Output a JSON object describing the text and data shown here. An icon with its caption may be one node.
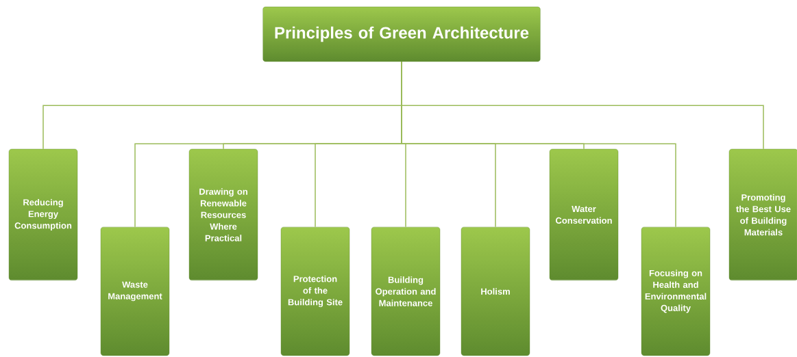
{
  "diagram": {
    "nodes": [
      {
        "text": [
          "Principles of Green Architecture"
        ]
      },
      {
        "text": [
          "Reducing Energy Consumption"
        ]
      },
      {
        "text": [
          "Waste Management"
        ]
      },
      {
        "text": [
          "Drawing on Renewable Resources Where Practical"
        ]
      },
      {
        "text": [
          "Protection of the Building Site"
        ]
      },
      {
        "text": [
          "Building Operation and Maintenance"
        ]
      },
      {
        "text": [
          "Holism"
        ]
      },
      {
        "text": [
          "Water Conservation"
        ]
      },
      {
        "text": [
          "Focusing on Health and Environmental Quality"
        ]
      },
      {
        "text": [
          "Promoting the Best Use of Building Materials"
        ]
      }
    ],
    "edges": [
      {
        "from": 0,
        "to": 1,
        "arrow": "none"
      },
      {
        "from": 0,
        "to": 2,
        "arrow": "none"
      },
      {
        "from": 0,
        "to": 3,
        "arrow": "none"
      },
      {
        "from": 0,
        "to": 4,
        "arrow": "none"
      },
      {
        "from": 0,
        "to": 5,
        "arrow": "none"
      },
      {
        "from": 0,
        "to": 6,
        "arrow": "none"
      },
      {
        "from": 0,
        "to": 7,
        "arrow": "none"
      },
      {
        "from": 0,
        "to": 8,
        "arrow": "none"
      },
      {
        "from": 0,
        "to": 9,
        "arrow": "none"
      }
    ]
  }
}
